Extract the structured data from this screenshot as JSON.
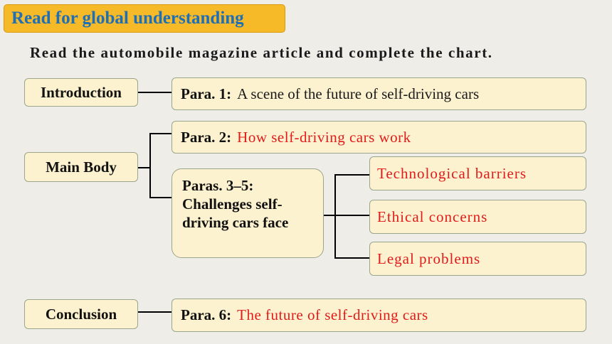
{
  "heading": "Read for global understanding",
  "instruction": "Read the automobile magazine article and complete the chart.",
  "introduction": {
    "label": "Introduction",
    "para_label": "Para. 1:",
    "para_text": "A scene of the future of self-driving cars"
  },
  "main_body": {
    "label": "Main Body",
    "para2_label": "Para. 2:",
    "para2_text": "How self-driving cars work",
    "paras35_text": "Paras. 3–5: Challenges self-driving cars face",
    "challenges": [
      "Technological barriers",
      "Ethical concerns",
      "Legal problems"
    ]
  },
  "conclusion": {
    "label": "Conclusion",
    "para_label": "Para. 6:",
    "para_text": "The future of self-driving cars"
  },
  "colors": {
    "heading_bg": "#f6b927",
    "heading_text": "#1f6fb6",
    "box_bg": "#fdf2cf",
    "answer_text": "#e11b1b"
  }
}
